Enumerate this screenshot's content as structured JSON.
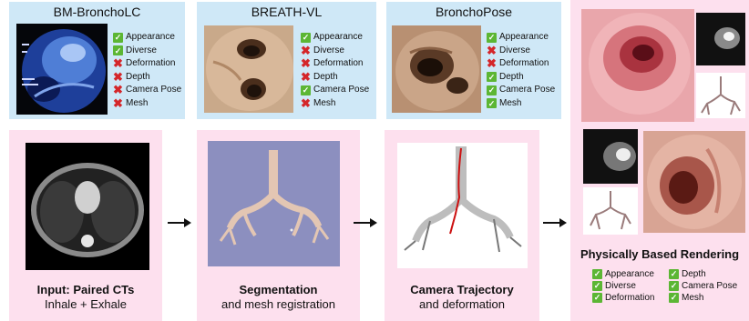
{
  "datasets": [
    {
      "title": "BM-BronchoLC",
      "features": [
        {
          "label": "Appearance",
          "ok": true
        },
        {
          "label": "Diverse",
          "ok": true
        },
        {
          "label": "Deformation",
          "ok": false
        },
        {
          "label": "Depth",
          "ok": false
        },
        {
          "label": "Camera Pose",
          "ok": false
        },
        {
          "label": "Mesh",
          "ok": false
        }
      ]
    },
    {
      "title": "BREATH-VL",
      "features": [
        {
          "label": "Appearance",
          "ok": true
        },
        {
          "label": "Diverse",
          "ok": false
        },
        {
          "label": "Deformation",
          "ok": false
        },
        {
          "label": "Depth",
          "ok": false
        },
        {
          "label": "Camera Pose",
          "ok": true
        },
        {
          "label": "Mesh",
          "ok": false
        }
      ]
    },
    {
      "title": "BronchoPose",
      "features": [
        {
          "label": "Appearance",
          "ok": true
        },
        {
          "label": "Diverse",
          "ok": false
        },
        {
          "label": "Deformation",
          "ok": false
        },
        {
          "label": "Depth",
          "ok": true
        },
        {
          "label": "Camera Pose",
          "ok": true
        },
        {
          "label": "Mesh",
          "ok": true
        }
      ]
    }
  ],
  "steps": [
    {
      "bold": "Input: Paired CTs",
      "sub": "Inhale + Exhale"
    },
    {
      "bold": "Segmentation",
      "sub": "and mesh registration"
    },
    {
      "bold": "Camera Trajectory",
      "sub": "and deformation"
    }
  ],
  "result": {
    "title": "Physically Based Rendering",
    "features_left": [
      "Appearance",
      "Diverse",
      "Deformation"
    ],
    "features_right": [
      "Depth",
      "Camera Pose",
      "Mesh"
    ]
  },
  "colors": {
    "check": "#5cb634",
    "cross": "#d4262a",
    "blue_panel": "#cfe8f7",
    "pink_panel": "#fde0ee"
  }
}
